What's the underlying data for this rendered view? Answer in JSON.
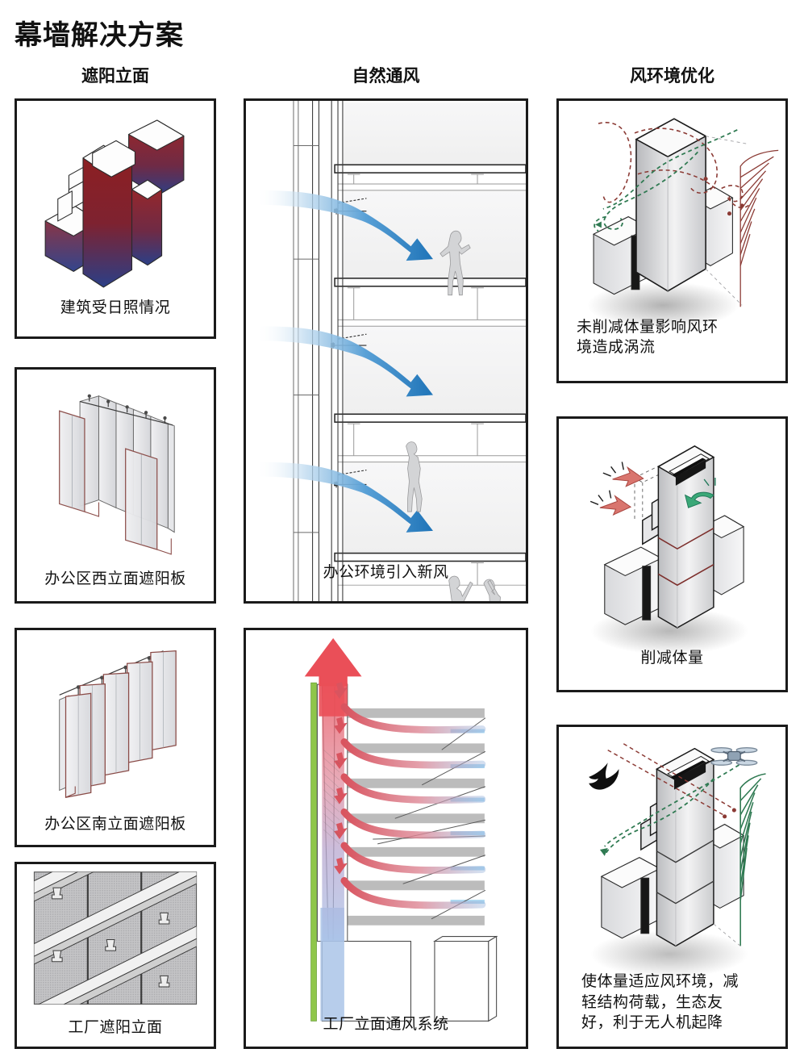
{
  "title": "幕墙解决方案",
  "columns": [
    {
      "id": "shading",
      "header": "遮阳立面"
    },
    {
      "id": "ventilation",
      "header": "自然通风"
    },
    {
      "id": "wind",
      "header": "风环境优化"
    }
  ],
  "panels": {
    "solar": {
      "caption": "建筑受日照情况"
    },
    "west": {
      "caption": "办公区西立面遮阳板"
    },
    "south": {
      "caption": "办公区南立面遮阳板"
    },
    "mesh": {
      "caption": "工厂遮阳立面"
    },
    "fresh": {
      "caption": "办公环境引入新风"
    },
    "stack": {
      "caption": "工厂立面通风系统"
    },
    "vortex": {
      "caption": "未削减体量影响风环\n境造成涡流"
    },
    "reduce": {
      "caption": "削减体量"
    },
    "adapt": {
      "caption": "使体量适应风环境，减\n轻结构荷载，生态友\n好，利于无人机起降"
    }
  },
  "colors": {
    "border": "#1a1a1a",
    "text": "#111111",
    "solar_hot": "#8f1f20",
    "solar_cold": "#2b3f87",
    "airflow_blue": "#1f74b8",
    "airflow_blue_light": "#7fb8e0",
    "stack_red": "#e8545c",
    "stack_green": "#8fc64a",
    "stack_blue": "#aac4e8",
    "slab_gray": "#bcbcbc",
    "vortex_red": "#8b3a34",
    "vortex_green": "#2f7a52",
    "panel_fill": "#e8e8ea",
    "panel_edge": "#8a4b47"
  }
}
